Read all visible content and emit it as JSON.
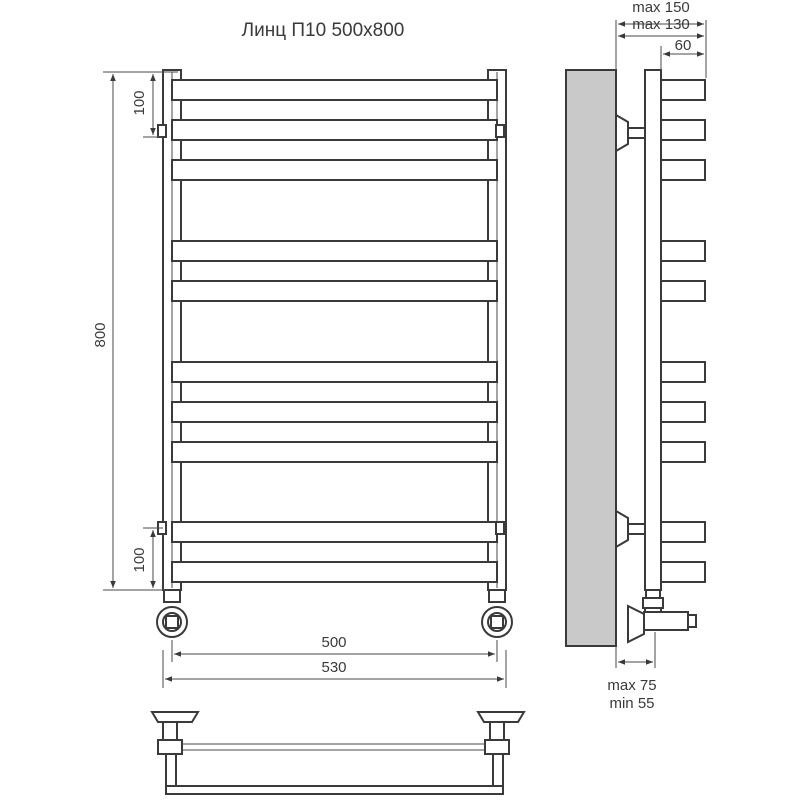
{
  "title": "Линц П10 500x800",
  "front_view": {
    "dim_height": "800",
    "dim_top_spacing": "100",
    "dim_bottom_spacing": "100",
    "dim_axis_width": "500",
    "dim_overall_width": "530"
  },
  "side_view": {
    "dim_max_150": "max 150",
    "dim_max_130": "max 130",
    "dim_60": "60",
    "dim_max_75": "max 75",
    "dim_min_55": "min 55"
  },
  "colors": {
    "line": "#3a3a3a",
    "wall": "#c9c9c9"
  }
}
